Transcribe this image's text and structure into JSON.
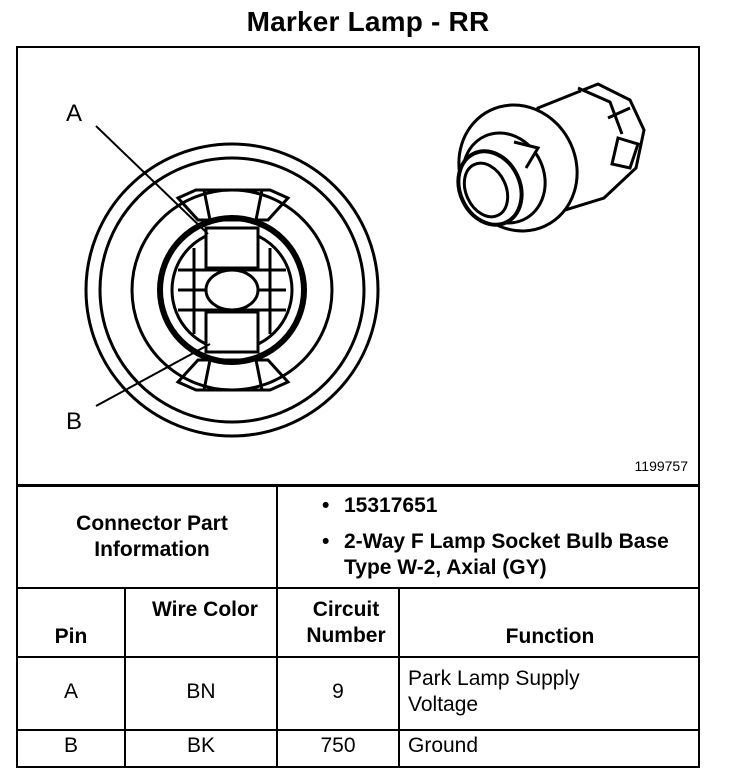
{
  "title": "Marker Lamp - RR",
  "figure": {
    "callouts": [
      "A",
      "B"
    ],
    "figure_number": "1199757"
  },
  "connector_info": {
    "label": "Connector Part Information",
    "items": [
      "15317651",
      "2-Way F Lamp Socket Bulb Base Type W-2, Axial (GY)"
    ]
  },
  "pin_table": {
    "headers": [
      "Pin",
      "Wire Color",
      "Circuit Number",
      "Function"
    ],
    "rows": [
      [
        "A",
        "BN",
        "9",
        "Park Lamp Supply Voltage"
      ],
      [
        "B",
        "BK",
        "750",
        "Ground"
      ]
    ]
  }
}
